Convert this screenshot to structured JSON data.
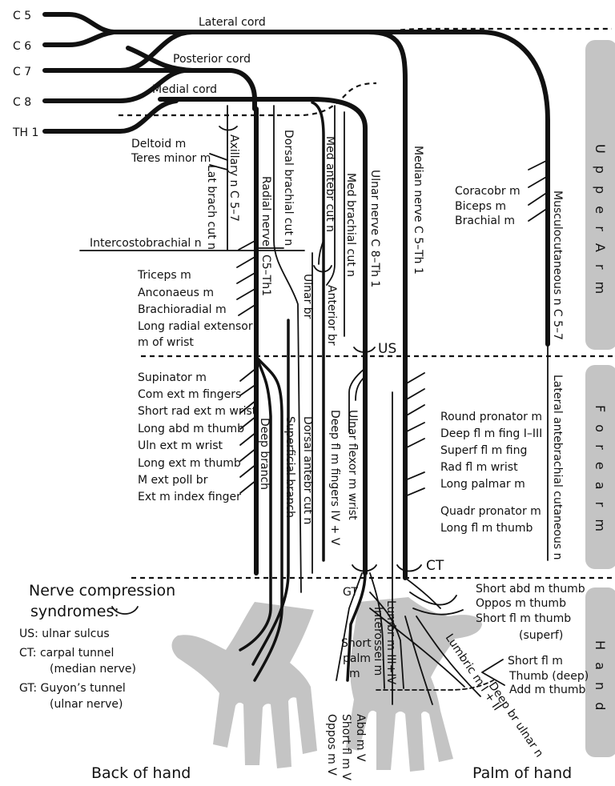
{
  "roots": [
    "C 5",
    "C 6",
    "C 7",
    "C 8",
    "TH 1"
  ],
  "cords": {
    "lateral": "Lateral cord",
    "posterior": "Posterior cord",
    "medial": "Medial cord"
  },
  "sections": {
    "upper_arm": "U p p e r   A r m",
    "forearm": "F o r e a r m",
    "hand": "H a n d"
  },
  "nerves": {
    "axillary": "Axillary n  C 5–7",
    "lat_brach_cut": "Lat brach cut n",
    "radial": "Radial nerve",
    "radial_seg": "C5–Th1",
    "dorsal_brachial": "Dorsal brachial cut n",
    "med_antebr": "Med antebr cut n",
    "med_brachial": "Med brachial cut n",
    "ulnar": "Ulnar nerve  C 8–Th 1",
    "median": "Median nerve  C 5–Th 1",
    "musculocutaneous": "Musculocutaneous n  C 5–7",
    "intercostobrachial": "Intercostobrachial n",
    "ulnar_br": "Ulnar br",
    "anterior_br": "Anterior br",
    "deep_branch": "Deep branch",
    "superficial_branch": "Superficial branch",
    "dorsal_antebr": "Dorsal antebr cut n",
    "ulnar_flexor": "Ulnar flexor m wrist",
    "deep_fl_iv_v": "Deep fl m fingers IV + V",
    "lat_antebr": "Lateral antebrachial cutaneous n",
    "interossei": "Interossei m",
    "lumbr_iii_iv": "Lumbr m III+IV",
    "lumbric_i_ii": "Lumbric m I + II",
    "deep_br_ulnar": "Deep br ulnar n"
  },
  "muscles": {
    "deltoid": "Deltoid m",
    "teres": "Teres minor m",
    "coracobr": "Coracobr m",
    "biceps": "Biceps m",
    "brachial": "Brachial m",
    "triceps": "Triceps m",
    "anconaeus": "Anconaeus m",
    "brachioradial": "Brachioradial m",
    "long_radial_1": "Long radial extensor",
    "long_radial_2": "m of wrist",
    "supinator": "Supinator m",
    "com_ext": "Com ext m fingers",
    "short_rad": "Short rad ext m wrist",
    "long_abd": "Long abd m thumb",
    "uln_ext": "Uln ext m wrist",
    "long_ext": "Long ext m thumb",
    "m_ext_poll": "M ext poll br",
    "ext_index": "Ext m index finger",
    "round_pronator": "Round pronator m",
    "deep_fl_i_iii": "Deep fl m fing I–III",
    "superf_fl": "Superf fl m fing",
    "rad_fl": "Rad fl m wrist",
    "long_palmar": "Long palmar m",
    "quadr_pronator": "Quadr pronator m",
    "long_fl_thumb": "Long fl m thumb",
    "short_abd_thumb": "Short abd m thumb",
    "oppos_thumb": "Oppos m thumb",
    "short_fl_thumb": "Short fl m thumb",
    "superf": "(superf)",
    "short_fl": "Short fl m",
    "thumb_deep": "Thumb (deep)",
    "add_thumb": "Add m thumb",
    "short_palm_1": "Short",
    "short_palm_2": "palm",
    "short_palm_3": "m",
    "abd_v": "Abd m V",
    "short_fl_v": "Short fl m V",
    "oppos_v": "Oppos m V"
  },
  "sites": {
    "us": "US",
    "ct": "CT",
    "gt": "GT"
  },
  "legend": {
    "title_1": "Nerve compression",
    "title_2": "syndromes:",
    "us": "US: ulnar sulcus",
    "ct_1": "CT: carpal tunnel",
    "ct_2": "(median nerve)",
    "gt_1": "GT: Guyon’s tunnel",
    "gt_2": "(ulnar nerve)"
  },
  "captions": {
    "back": "Back of hand",
    "palm": "Palm of hand"
  }
}
